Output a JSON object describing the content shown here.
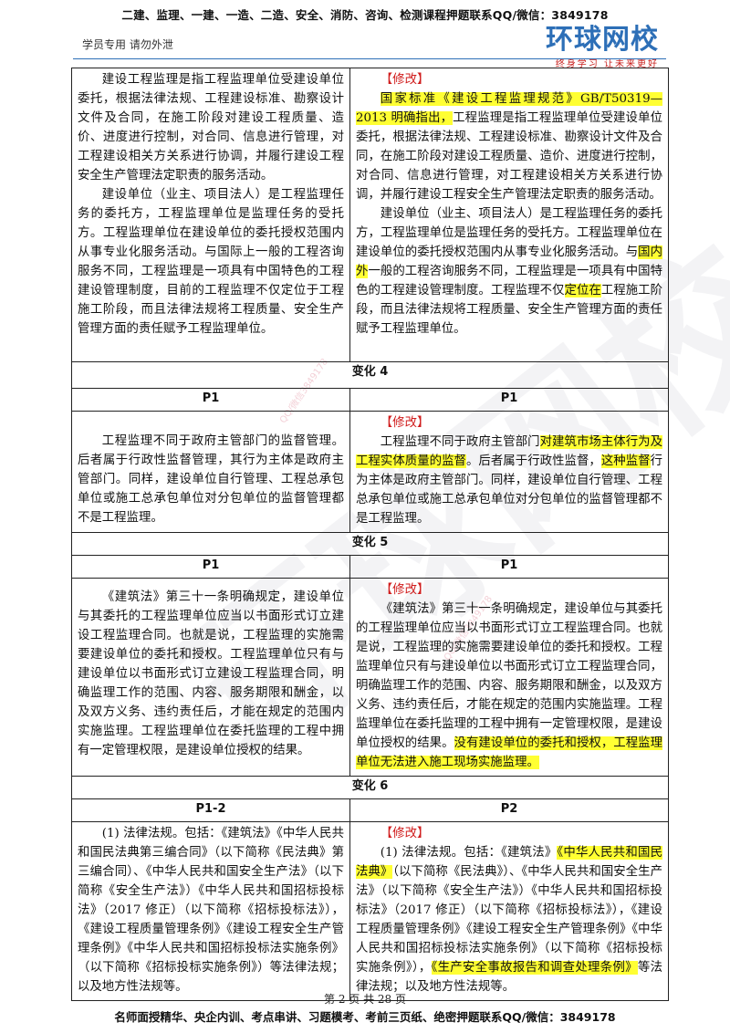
{
  "header": {
    "banner": "二建、监理、一建、一造、二造、安全、消防、咨询、检测课程押题联系QQ/微信：3849178",
    "left_note": "学员专用 请勿外泄",
    "logo_text": "环球网校",
    "logo_slogan": "终身学习 让未来更好"
  },
  "watermark": {
    "faint_text": "QQ/微信3849178"
  },
  "sections": [
    {
      "left": [
        "建设工程监理是指工程监理单位受建设单位委托，根据法律法规、工程建设标准、勘察设计文件及合同，在施工阶段对建设工程质量、造价、进度进行控制，对合同、信息进行管理，对工程建设相关方关系进行协调，并履行建设工程安全生产管理法定职责的服务活动。",
        "建设单位（业主、项目法人）是工程监理任务的委托方，工程监理单位是监理任务的受托方。工程监理单位在建设单位的委托授权范围内从事专业化服务活动。与国际上一般的工程咨询服务不同，工程监理是一项具有中国特色的工程建设管理制度，目前的工程监理不仅定位于工程施工阶段，而且法律法规将工程质量、安全生产管理方面的责任赋予工程监理单位。"
      ],
      "right_tag": "【修改】",
      "right": {
        "p1_hl": "国家标准《建设工程监理规范》GB/T50319—2013 明确指出，",
        "p1_rest": "工程监理是指工程监理单位受建设单位委托，根据法律法规、工程建设标准、勘察设计文件及合同，在施工阶段对建设工程质量、造价、进度进行控制，对合同、信息进行管理，对工程建设相关方关系进行协调，并履行建设工程安全生产管理法定职责的服务活动。",
        "p2_a": "建设单位（业主、项目法人）是工程监理任务的委托方，工程监理单位是监理任务的受托方。工程监理单位在建设单位的委托授权范围内从事专业化服务活动。与",
        "p2_hl1": "国内外",
        "p2_b": "一般的工程咨询服务不同，工程监理是一项具有中国特色的工程建设管理制度。工程监理不仅",
        "p2_hl2": "定位在",
        "p2_c": "工程施工阶段，而且法律法规将工程质量、安全生产管理方面的责任赋予工程监理单位。"
      }
    },
    {
      "title": "变化 4",
      "left_page": "P1",
      "right_page": "P1",
      "left": "工程监理不同于政府主管部门的监督管理。后者属于行政性监督管理，其行为主体是政府主管部门。同样，建设单位自行管理、工程总承包单位或施工总承包单位对分包单位的监督管理都不是工程监理。",
      "right_tag": "【修改】",
      "right": {
        "a": "工程监理不同于政府主管部门",
        "hl1": "对建筑市场主体行为及工程实体质量的监督",
        "b": "。后者属于行政性监督，",
        "hl2": "这种监督",
        "c": "行为主体是政府主管部门。同样，建设单位自行管理、工程总承包单位或施工总承包单位对分包单位的监督管理都不是工程监理。"
      }
    },
    {
      "title": "变化 5",
      "left_page": "P1",
      "right_page": "P1",
      "left": "《建筑法》第三十一条明确规定，建设单位与其委托的工程监理单位应当以书面形式订立建设工程监理合同。也就是说，工程监理的实施需要建设单位的委托和授权。工程监理单位只有与建设单位以书面形式订立建设工程监理合同，明确监理工作的范围、内容、服务期限和酬金，以及双方义务、违约责任后，才能在规定的范围内实施监理。工程监理单位在委托监理的工程中拥有一定管理权限，是建设单位授权的结果。",
      "right_tag": "【修改】",
      "right": {
        "a": "《建筑法》第三十一条明确规定，建设单位与其委托的工程监理单位应当以书面形式订立工程监理合同。也就是说，工程监理的实施需要建设单位的委托和授权。工程监理单位只有与建设单位以书面形式订立工程监理合同，明确监理工作的范围、内容、服务期限和酬金，以及双方义务、违约责任后，才能在规定的范围内实施监理。工程监理单位在委托监理的工程中拥有一定管理权限，是建设单位授权的结果。",
        "hl": "没有建设单位的委托和授权，工程监理单位无法进入施工现场实施监理。"
      }
    },
    {
      "title": "变化 6",
      "left_page": "P1-2",
      "right_page": "P2",
      "left": "(1) 法律法规。包括：《建筑法》《中华人民共和国民法典第三编合同》（以下简称《民法典》第三编合同）、《中华人民共和国安全生产法》（以下简称《安全生产法》）《中华人民共和国招标投标法》（2017 修正）（以下简称《招标投标法》），《建设工程质量管理条例》《建设工程安全生产管理条例》《中华人民共和国招标投标法实施条例》（以下简称《招标投标实施条例》）等法律法规；以及地方性法规等。",
      "right_tag": "【修改】",
      "right": {
        "a": "(1) 法律法规。包括：《建筑法》",
        "hl1": "《中华人民共和国民法典》",
        "b": "（以下简称《民法典》）、《中华人民共和国安全生产法》（以下简称《安全生产法》）《中华人民共和国招标投标法》（2017 修正）（以下简称《招标投标法》），《建设工程质量管理条例》《建设工程安全生产管理条例》《中华人民共和国招标投标法实施条例》（以下简称《招标投标实施条例》），",
        "hl2": "《生产安全事故报告和调查处理条例》",
        "c": "等法律法规；以及地方性法规等。"
      }
    }
  ],
  "footer": {
    "page": "第 2 页 共 28 页",
    "banner": "名师面授精华、央企内训、考点串讲、习题模考、考前三页纸、绝密押题联系QQ/微信：3849178"
  }
}
